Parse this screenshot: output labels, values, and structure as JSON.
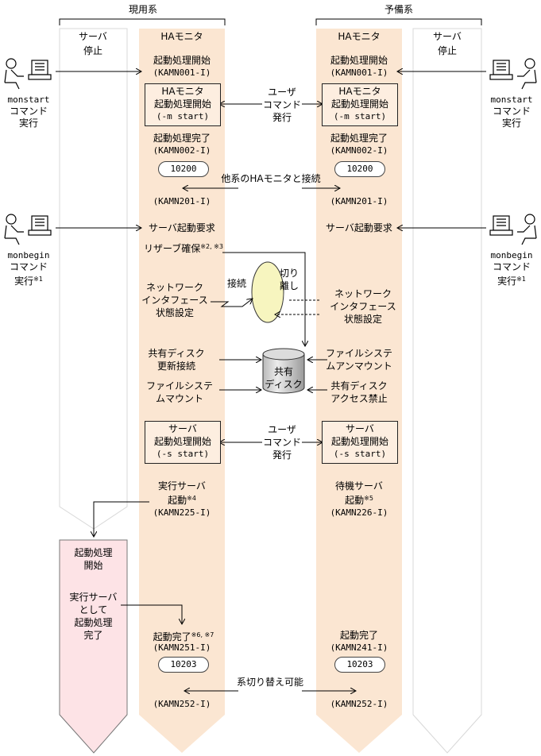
{
  "header": {
    "active_system": "現用系",
    "standby_system": "予備系"
  },
  "columns": {
    "server": "サーバ",
    "ha_monitor": "HAモニタ",
    "server_stopped": "停止"
  },
  "operator_left": {
    "monstart": "monstart",
    "monbegin": "monbegin",
    "command": "コマンド",
    "execute": "実行",
    "note1": "※1"
  },
  "operator_right": {
    "monstart": "monstart",
    "monbegin": "monbegin",
    "command": "コマンド",
    "execute": "実行",
    "note1": "※1"
  },
  "active": {
    "start_begin": "起動処理開始",
    "kamn001": "(KAMN001-I)",
    "box1": [
      "HAモニタ",
      "起動処理開始",
      "(-m start)"
    ],
    "start_done": "起動処理完了",
    "kamn002": "(KAMN002-I)",
    "pill1": "10200",
    "kamn201": "(KAMN201-I)",
    "server_start_req": "サーバ起動要求",
    "reserve": "リザーブ確保",
    "reserve_note": "※2, ※3",
    "net": [
      "ネットワーク",
      "インタフェース",
      "状態設定"
    ],
    "disk": [
      "共有ディスク",
      "更新接続"
    ],
    "fs": [
      "ファイルシステ",
      "ムマウント"
    ],
    "box2": [
      "サーバ",
      "起動処理開始",
      "(-s start)"
    ],
    "exec_server": [
      "実行サーバ",
      "起動"
    ],
    "note4": "※4",
    "kamn225": "(KAMN225-I)",
    "done": "起動完了",
    "done_note": "※6, ※7",
    "kamn251": "(KAMN251-I)",
    "pill2": "10203",
    "kamn252": "(KAMN252-I)"
  },
  "standby": {
    "start_begin": "起動処理開始",
    "kamn001": "(KAMN001-I)",
    "box1": [
      "HAモニタ",
      "起動処理開始",
      "(-m start)"
    ],
    "start_done": "起動処理完了",
    "kamn002": "(KAMN002-I)",
    "pill1": "10200",
    "kamn201": "(KAMN201-I)",
    "server_start_req": "サーバ起動要求",
    "net": [
      "ネットワーク",
      "インタフェース",
      "状態設定"
    ],
    "fs": [
      "ファイルシステ",
      "ムアンマウント"
    ],
    "disk": [
      "共有ディスク",
      "アクセス禁止"
    ],
    "box2": [
      "サーバ",
      "起動処理開始",
      "(-s start)"
    ],
    "wait_server": [
      "待機サーバ",
      "起動"
    ],
    "note5": "※5",
    "kamn226": "(KAMN226-I)",
    "done": "起動完了",
    "kamn241": "(KAMN241-I)",
    "pill2": "10203",
    "kamn252": "(KAMN252-I)"
  },
  "middle": {
    "user_cmd1": [
      "ユーザ",
      "コマンド",
      "発行"
    ],
    "connect_other": "他系のHAモニタと接続",
    "connect": "接続",
    "disconnect": [
      "切り",
      "離し"
    ],
    "shared_disk": [
      "共有",
      "ディスク"
    ],
    "user_cmd2": [
      "ユーザ",
      "コマンド",
      "発行"
    ],
    "switch_ok": "系切り替え可能"
  },
  "server_active": {
    "start": [
      "起動処理",
      "開始"
    ],
    "exec": [
      "実行サーバ",
      "として",
      "起動処理",
      "完了"
    ]
  },
  "colors": {
    "ha_column": "#fbe6d2",
    "server_active": "#fde3e6",
    "column_border": "#d8d8d8",
    "ellipse": "#f7f5bf"
  }
}
